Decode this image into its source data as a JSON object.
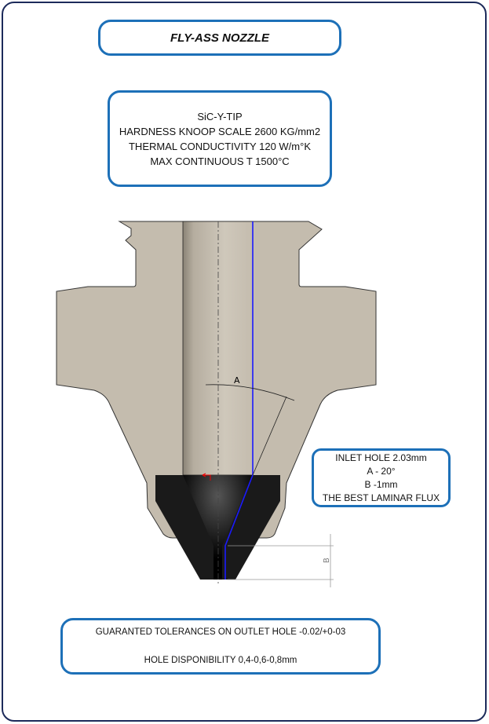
{
  "title": "FLY-ASS NOZZLE",
  "specs": [
    "SiC-Y-TIP",
    "HARDNESS KNOOP SCALE  2600 KG/mm2",
    "THERMAL CONDUCTIVITY  120 W/m°K",
    "MAX CONTINUOUS T 1500°C"
  ],
  "inlet": [
    "INLET HOLE 2.03mm",
    "A - 20°",
    "B -1mm",
    "THE BEST LAMINAR FLUX"
  ],
  "drawing": {
    "angle_label": "A",
    "dimension_label": "B"
  },
  "tolerances": [
    "GUARANTED TOLERANCES ON OUTLET HOLE -0.02/+0-03",
    "HOLE DISPONIBILITY 0,4-0,6-0,8mm"
  ],
  "colors": {
    "frame": "#1c2a5a",
    "box_border": "#1d70b8",
    "body": "#c4bcae",
    "tip": "#1a1a1a",
    "blue_line": "#1a1aff"
  }
}
